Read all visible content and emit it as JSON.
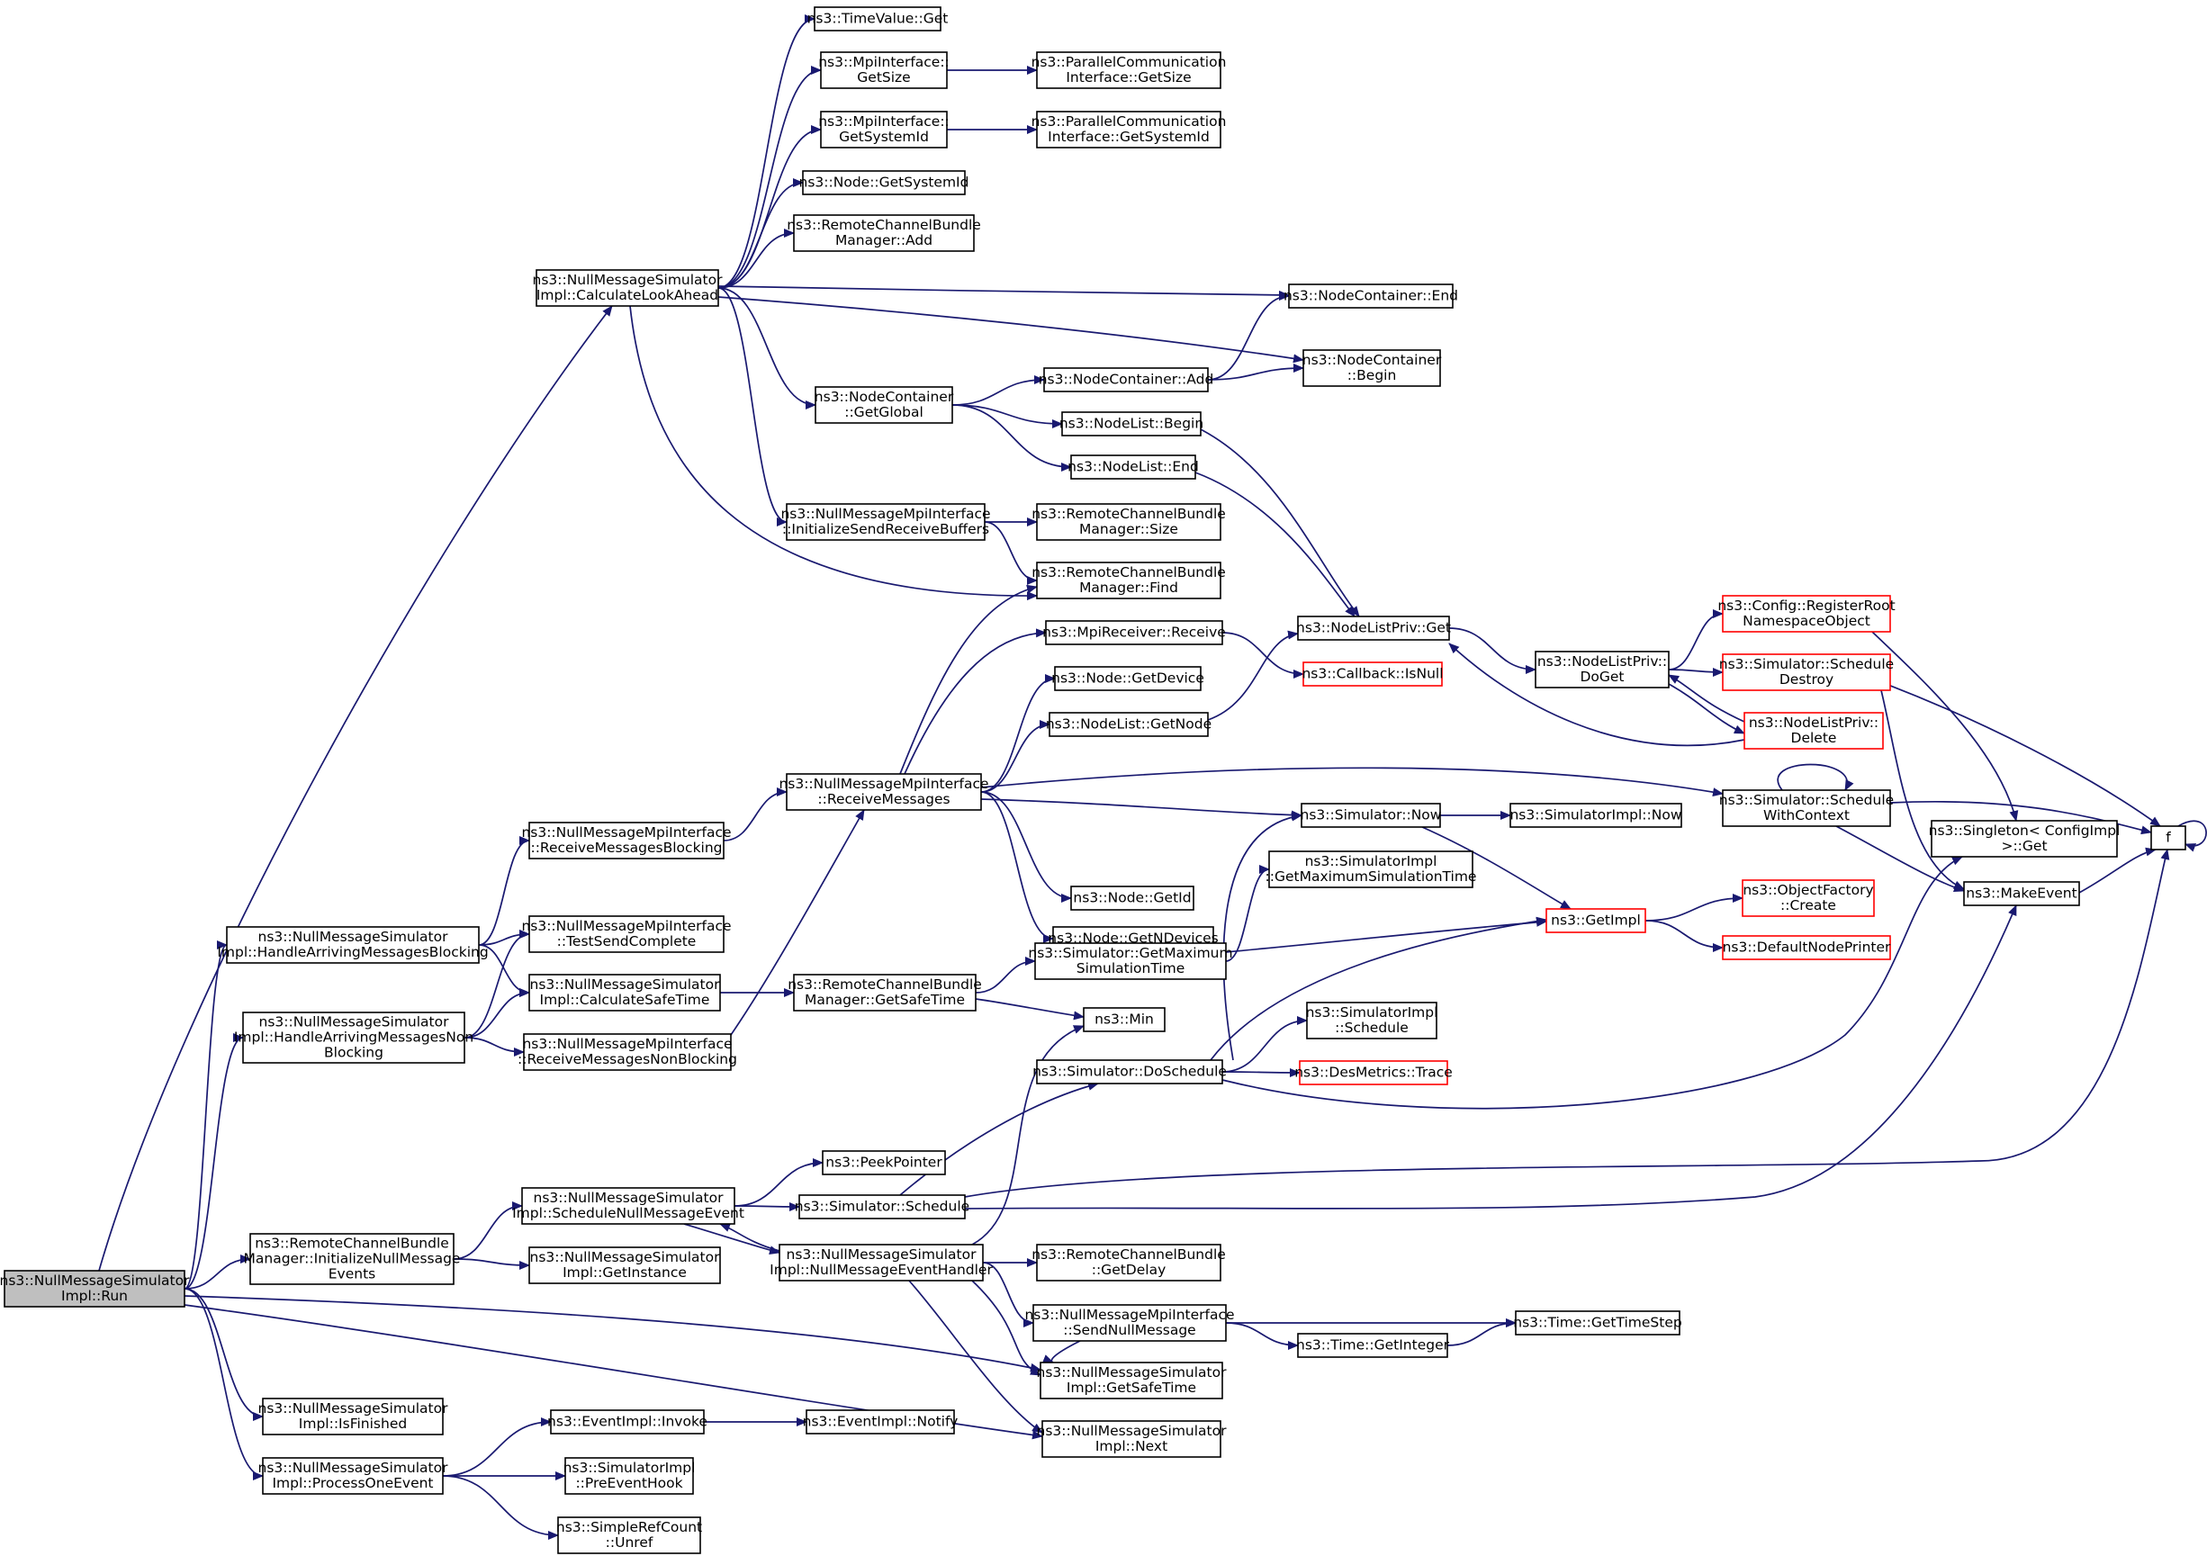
{
  "graph": {
    "edge_color": "#191970",
    "node_border_color": "#000000",
    "truncated_node_border_color": "#ff0000",
    "root_fill_color": "#bfbfbf",
    "nodes": [
      {
        "id": "run",
        "lines": [
          "ns3::NullMessageSimulator",
          "Impl::Run"
        ],
        "root": true
      },
      {
        "id": "calcLookAhead",
        "lines": [
          "ns3::NullMessageSimulator",
          "Impl::CalculateLookAhead"
        ]
      },
      {
        "id": "timeValueGet",
        "lines": [
          "ns3::TimeValue::Get"
        ]
      },
      {
        "id": "mpiGetSize",
        "lines": [
          "ns3::MpiInterface::",
          "GetSize"
        ]
      },
      {
        "id": "pciGetSize",
        "lines": [
          "ns3::ParallelCommunication",
          "Interface::GetSize"
        ]
      },
      {
        "id": "mpiGetSystemId",
        "lines": [
          "ns3::MpiInterface::",
          "GetSystemId"
        ]
      },
      {
        "id": "pciGetSystemId",
        "lines": [
          "ns3::ParallelCommunication",
          "Interface::GetSystemId"
        ]
      },
      {
        "id": "nodeGetSystemId",
        "lines": [
          "ns3::Node::GetSystemId"
        ]
      },
      {
        "id": "rcbmAdd",
        "lines": [
          "ns3::RemoteChannelBundle",
          "Manager::Add"
        ]
      },
      {
        "id": "ncEnd",
        "lines": [
          "ns3::NodeContainer::End"
        ]
      },
      {
        "id": "ncBegin",
        "lines": [
          "ns3::NodeContainer",
          "::Begin"
        ]
      },
      {
        "id": "ncGetGlobal",
        "lines": [
          "ns3::NodeContainer",
          "::GetGlobal"
        ]
      },
      {
        "id": "ncAdd",
        "lines": [
          "ns3::NodeContainer::Add"
        ]
      },
      {
        "id": "nlBegin",
        "lines": [
          "ns3::NodeList::Begin"
        ]
      },
      {
        "id": "nlEnd",
        "lines": [
          "ns3::NodeList::End"
        ]
      },
      {
        "id": "nmmiInitBuffers",
        "lines": [
          "ns3::NullMessageMpiInterface",
          "::InitializeSendReceiveBuffers"
        ]
      },
      {
        "id": "rcbmSize",
        "lines": [
          "ns3::RemoteChannelBundle",
          "Manager::Size"
        ]
      },
      {
        "id": "rcbmFind",
        "lines": [
          "ns3::RemoteChannelBundle",
          "Manager::Find"
        ]
      },
      {
        "id": "mpiRecvReceive",
        "lines": [
          "ns3::MpiReceiver::Receive"
        ]
      },
      {
        "id": "nlpGet",
        "lines": [
          "ns3::NodeListPriv::Get"
        ]
      },
      {
        "id": "cbIsNull",
        "lines": [
          "ns3::Callback::IsNull"
        ],
        "truncated": true
      },
      {
        "id": "nodeGetDevice",
        "lines": [
          "ns3::Node::GetDevice"
        ]
      },
      {
        "id": "nlGetNode",
        "lines": [
          "ns3::NodeList::GetNode"
        ]
      },
      {
        "id": "nlpDoGet",
        "lines": [
          "ns3::NodeListPriv::",
          "DoGet"
        ]
      },
      {
        "id": "cfgRegisterRoot",
        "lines": [
          "ns3::Config::RegisterRoot",
          "NamespaceObject"
        ],
        "truncated": true
      },
      {
        "id": "simScheduleDestroy",
        "lines": [
          "ns3::Simulator::Schedule",
          "Destroy"
        ],
        "truncated": true
      },
      {
        "id": "nlpDelete",
        "lines": [
          "ns3::NodeListPriv::",
          "Delete"
        ],
        "truncated": true
      },
      {
        "id": "nmmiReceiveMessages",
        "lines": [
          "ns3::NullMessageMpiInterface",
          "::ReceiveMessages"
        ]
      },
      {
        "id": "simScheduleWithContext",
        "lines": [
          "ns3::Simulator::Schedule",
          "WithContext"
        ]
      },
      {
        "id": "f",
        "lines": [
          "f"
        ]
      },
      {
        "id": "singletonGet",
        "lines": [
          "ns3::Singleton< ConfigImpl",
          ">::Get"
        ]
      },
      {
        "id": "simNow",
        "lines": [
          "ns3::Simulator::Now"
        ]
      },
      {
        "id": "simImplNow",
        "lines": [
          "ns3::SimulatorImpl::Now"
        ]
      },
      {
        "id": "nmmiRecvBlocking",
        "lines": [
          "ns3::NullMessageMpiInterface",
          "::ReceiveMessagesBlocking"
        ]
      },
      {
        "id": "nodeGetId",
        "lines": [
          "ns3::Node::GetId"
        ]
      },
      {
        "id": "makeEvent",
        "lines": [
          "ns3::MakeEvent"
        ]
      },
      {
        "id": "simImplGetMaxSimTime",
        "lines": [
          "ns3::SimulatorImpl",
          "::GetMaximumSimulationTime"
        ]
      },
      {
        "id": "nodeGetNDevices",
        "lines": [
          "ns3::Node::GetNDevices"
        ]
      },
      {
        "id": "nmsiHandleBlocking",
        "lines": [
          "ns3::NullMessageSimulator",
          "Impl::HandleArrivingMessagesBlocking"
        ]
      },
      {
        "id": "nmmiTestSendComplete",
        "lines": [
          "ns3::NullMessageMpiInterface",
          "::TestSendComplete"
        ]
      },
      {
        "id": "getImpl",
        "lines": [
          "ns3::GetImpl"
        ],
        "truncated": true
      },
      {
        "id": "objFactoryCreate",
        "lines": [
          "ns3::ObjectFactory",
          "::Create"
        ],
        "truncated": true
      },
      {
        "id": "defaultNodePrinter",
        "lines": [
          "ns3::DefaultNodePrinter"
        ],
        "truncated": true
      },
      {
        "id": "simGetMaxSimTime",
        "lines": [
          "ns3::Simulator::GetMaximum",
          "SimulationTime"
        ]
      },
      {
        "id": "nmsiCalcSafeTime",
        "lines": [
          "ns3::NullMessageSimulator",
          "Impl::CalculateSafeTime"
        ]
      },
      {
        "id": "rcbmGetSafeTime",
        "lines": [
          "ns3::RemoteChannelBundle",
          "Manager::GetSafeTime"
        ]
      },
      {
        "id": "nmsiHandleNonBlocking",
        "lines": [
          "ns3::NullMessageSimulator",
          "Impl::HandleArrivingMessagesNon",
          "Blocking"
        ]
      },
      {
        "id": "nmmiRecvNonBlocking",
        "lines": [
          "ns3::NullMessageMpiInterface",
          "::ReceiveMessagesNonBlocking"
        ]
      },
      {
        "id": "min",
        "lines": [
          "ns3::Min"
        ]
      },
      {
        "id": "simImplSchedule",
        "lines": [
          "ns3::SimulatorImpl",
          "::Schedule"
        ]
      },
      {
        "id": "simDoSchedule",
        "lines": [
          "ns3::Simulator::DoSchedule"
        ]
      },
      {
        "id": "desMetricsTrace",
        "lines": [
          "ns3::DesMetrics::Trace"
        ],
        "truncated": true
      },
      {
        "id": "peekPointer",
        "lines": [
          "ns3::PeekPointer"
        ]
      },
      {
        "id": "nmsiScheduleNullMsg",
        "lines": [
          "ns3::NullMessageSimulator",
          "Impl::ScheduleNullMessageEvent"
        ]
      },
      {
        "id": "simSchedule",
        "lines": [
          "ns3::Simulator::Schedule"
        ]
      },
      {
        "id": "rcbmInitNullMsg",
        "lines": [
          "ns3::RemoteChannelBundle",
          "Manager::InitializeNullMessage",
          "Events"
        ]
      },
      {
        "id": "nmsiNullMsgHandler",
        "lines": [
          "ns3::NullMessageSimulator",
          "Impl::NullMessageEventHandler"
        ]
      },
      {
        "id": "rcbGetDelay",
        "lines": [
          "ns3::RemoteChannelBundle",
          "::GetDelay"
        ]
      },
      {
        "id": "nmsiGetInstance",
        "lines": [
          "ns3::NullMessageSimulator",
          "Impl::GetInstance"
        ]
      },
      {
        "id": "nmmiSendNullMsg",
        "lines": [
          "ns3::NullMessageMpiInterface",
          "::SendNullMessage"
        ]
      },
      {
        "id": "timeGetTimeStep",
        "lines": [
          "ns3::Time::GetTimeStep"
        ]
      },
      {
        "id": "timeGetInteger",
        "lines": [
          "ns3::Time::GetInteger"
        ]
      },
      {
        "id": "nmsiGetSafeTime",
        "lines": [
          "ns3::NullMessageSimulator",
          "Impl::GetSafeTime"
        ]
      },
      {
        "id": "nmsiIsFinished",
        "lines": [
          "ns3::NullMessageSimulator",
          "Impl::IsFinished"
        ]
      },
      {
        "id": "eventImplInvoke",
        "lines": [
          "ns3::EventImpl::Invoke"
        ]
      },
      {
        "id": "eventImplNotify",
        "lines": [
          "ns3::EventImpl::Notify"
        ]
      },
      {
        "id": "nmsiNext",
        "lines": [
          "ns3::NullMessageSimulator",
          "Impl::Next"
        ]
      },
      {
        "id": "nmsiProcessOneEvent",
        "lines": [
          "ns3::NullMessageSimulator",
          "Impl::ProcessOneEvent"
        ]
      },
      {
        "id": "simImplPreEventHook",
        "lines": [
          "ns3::SimulatorImpl",
          "::PreEventHook"
        ]
      },
      {
        "id": "simpleRefCountUnref",
        "lines": [
          "ns3::SimpleRefCount",
          "::Unref"
        ]
      }
    ],
    "edges": [
      [
        "run",
        "calcLookAhead"
      ],
      [
        "run",
        "nmsiHandleBlocking"
      ],
      [
        "run",
        "nmsiHandleNonBlocking"
      ],
      [
        "run",
        "rcbmInitNullMsg"
      ],
      [
        "run",
        "nmsiGetSafeTime"
      ],
      [
        "run",
        "nmsiNext"
      ],
      [
        "run",
        "nmsiIsFinished"
      ],
      [
        "run",
        "nmsiProcessOneEvent"
      ],
      [
        "calcLookAhead",
        "timeValueGet"
      ],
      [
        "calcLookAhead",
        "mpiGetSize"
      ],
      [
        "calcLookAhead",
        "mpiGetSystemId"
      ],
      [
        "calcLookAhead",
        "nodeGetSystemId"
      ],
      [
        "calcLookAhead",
        "rcbmAdd"
      ],
      [
        "calcLookAhead",
        "ncEnd"
      ],
      [
        "calcLookAhead",
        "ncBegin"
      ],
      [
        "calcLookAhead",
        "ncGetGlobal"
      ],
      [
        "calcLookAhead",
        "nmmiInitBuffers"
      ],
      [
        "calcLookAhead",
        "rcbmFind"
      ],
      [
        "mpiGetSize",
        "pciGetSize"
      ],
      [
        "mpiGetSystemId",
        "pciGetSystemId"
      ],
      [
        "ncGetGlobal",
        "ncAdd"
      ],
      [
        "ncGetGlobal",
        "nlBegin"
      ],
      [
        "ncGetGlobal",
        "nlEnd"
      ],
      [
        "ncAdd",
        "ncEnd"
      ],
      [
        "ncAdd",
        "ncBegin"
      ],
      [
        "nlBegin",
        "nlpGet"
      ],
      [
        "nlEnd",
        "nlpGet"
      ],
      [
        "nmmiInitBuffers",
        "rcbmSize"
      ],
      [
        "nmmiInitBuffers",
        "rcbmFind"
      ],
      [
        "mpiRecvReceive",
        "cbIsNull"
      ],
      [
        "nlGetNode",
        "nlpGet"
      ],
      [
        "nlpGet",
        "nlpDoGet"
      ],
      [
        "nlpDoGet",
        "cfgRegisterRoot"
      ],
      [
        "nlpDoGet",
        "simScheduleDestroy"
      ],
      [
        "nlpDoGet",
        "nlpDelete"
      ],
      [
        "nlpDelete",
        "nlpDoGet"
      ],
      [
        "nlpDelete",
        "nlpGet"
      ],
      [
        "cfgRegisterRoot",
        "singletonGet"
      ],
      [
        "simScheduleDestroy",
        "f"
      ],
      [
        "simScheduleDestroy",
        "makeEvent"
      ],
      [
        "nmmiReceiveMessages",
        "rcbmFind"
      ],
      [
        "nmmiReceiveMessages",
        "mpiRecvReceive"
      ],
      [
        "nmmiReceiveMessages",
        "nodeGetDevice"
      ],
      [
        "nmmiReceiveMessages",
        "nlGetNode"
      ],
      [
        "nmmiReceiveMessages",
        "simScheduleWithContext"
      ],
      [
        "nmmiReceiveMessages",
        "simNow"
      ],
      [
        "nmmiReceiveMessages",
        "nodeGetId"
      ],
      [
        "nmmiReceiveMessages",
        "nodeGetNDevices"
      ],
      [
        "simScheduleWithContext",
        "simScheduleWithContext"
      ],
      [
        "simScheduleWithContext",
        "f"
      ],
      [
        "simScheduleWithContext",
        "makeEvent"
      ],
      [
        "f",
        "f"
      ],
      [
        "makeEvent",
        "f"
      ],
      [
        "simNow",
        "simImplNow"
      ],
      [
        "simNow",
        "getImpl"
      ],
      [
        "nmmiRecvBlocking",
        "nmmiReceiveMessages"
      ],
      [
        "nmsiHandleBlocking",
        "nmmiRecvBlocking"
      ],
      [
        "nmsiHandleBlocking",
        "nmmiTestSendComplete"
      ],
      [
        "nmsiHandleBlocking",
        "nmsiCalcSafeTime"
      ],
      [
        "getImpl",
        "objFactoryCreate"
      ],
      [
        "getImpl",
        "defaultNodePrinter"
      ],
      [
        "simGetMaxSimTime",
        "simImplGetMaxSimTime"
      ],
      [
        "simGetMaxSimTime",
        "getImpl"
      ],
      [
        "nmsiCalcSafeTime",
        "rcbmGetSafeTime"
      ],
      [
        "rcbmGetSafeTime",
        "simGetMaxSimTime"
      ],
      [
        "rcbmGetSafeTime",
        "min"
      ],
      [
        "nmsiHandleNonBlocking",
        "nmmiTestSendComplete"
      ],
      [
        "nmsiHandleNonBlocking",
        "nmsiCalcSafeTime"
      ],
      [
        "nmsiHandleNonBlocking",
        "nmmiRecvNonBlocking"
      ],
      [
        "nmmiRecvNonBlocking",
        "nmmiReceiveMessages"
      ],
      [
        "simDoSchedule",
        "simNow"
      ],
      [
        "simDoSchedule",
        "getImpl"
      ],
      [
        "simDoSchedule",
        "simImplSchedule"
      ],
      [
        "simDoSchedule",
        "desMetricsTrace"
      ],
      [
        "simDoSchedule",
        "singletonGet"
      ],
      [
        "nmsiScheduleNullMsg",
        "peekPointer"
      ],
      [
        "nmsiScheduleNullMsg",
        "simSchedule"
      ],
      [
        "nmsiScheduleNullMsg",
        "nmsiNullMsgHandler"
      ],
      [
        "simSchedule",
        "simDoSchedule"
      ],
      [
        "simSchedule",
        "f"
      ],
      [
        "simSchedule",
        "makeEvent"
      ],
      [
        "rcbmInitNullMsg",
        "nmsiScheduleNullMsg"
      ],
      [
        "rcbmInitNullMsg",
        "nmsiGetInstance"
      ],
      [
        "nmsiNullMsgHandler",
        "min"
      ],
      [
        "nmsiNullMsgHandler",
        "nmsiScheduleNullMsg"
      ],
      [
        "nmsiNullMsgHandler",
        "rcbGetDelay"
      ],
      [
        "nmsiNullMsgHandler",
        "nmmiSendNullMsg"
      ],
      [
        "nmsiNullMsgHandler",
        "nmsiGetSafeTime"
      ],
      [
        "nmsiNullMsgHandler",
        "nmsiNext"
      ],
      [
        "nmmiSendNullMsg",
        "timeGetTimeStep"
      ],
      [
        "nmmiSendNullMsg",
        "timeGetInteger"
      ],
      [
        "nmmiSendNullMsg",
        "nmsiGetSafeTime"
      ],
      [
        "timeGetInteger",
        "timeGetTimeStep"
      ],
      [
        "nmsiProcessOneEvent",
        "eventImplInvoke"
      ],
      [
        "nmsiProcessOneEvent",
        "simImplPreEventHook"
      ],
      [
        "nmsiProcessOneEvent",
        "simpleRefCountUnref"
      ],
      [
        "eventImplInvoke",
        "eventImplNotify"
      ]
    ]
  }
}
